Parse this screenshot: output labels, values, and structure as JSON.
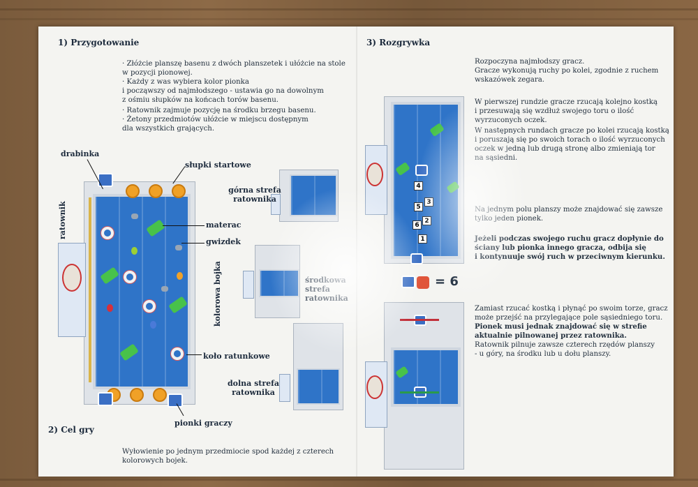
{
  "left_page": {
    "section1": {
      "title": "1) Przygotowanie",
      "lines": [
        "· Złóżcie planszę basenu z dwóch planszetek i ułóżcie na stole",
        "  w pozycji pionowej.",
        "· Każdy z was wybiera kolor pionka",
        "  i począwszy od najmłodszego - ustawia go na dowolnym",
        "  z ośmiu słupków na końcach torów basenu.",
        "· Ratownik zajmuje pozycję na środku brzegu basenu.",
        "· Żetony przedmiotów ułóżcie w miejscu dostępnym",
        "  dla wszystkich grających."
      ]
    },
    "labels": {
      "drabinka": "drabinka",
      "slupki": "słupki startowe",
      "ratownik": "ratownik",
      "materac": "materac",
      "gwizdek": "gwizdek",
      "kolorowa_bojka": "kolorowa bojka",
      "kolo": "koło ratunkowe",
      "pionki": "pionki graczy",
      "gorna1": "górna strefa",
      "gorna2": "ratownika",
      "srodkowa1": "środkowa",
      "srodkowa2": "strefa",
      "srodkowa3": "ratownika",
      "dolna1": "dolna strefa",
      "dolna2": "ratownika"
    },
    "section2": {
      "title": "2) Cel gry",
      "lines": [
        "Wyłowienie po jednym przedmiocie spod każdej z czterech",
        "kolorowych bojek."
      ]
    }
  },
  "right_page": {
    "section3": {
      "title": "3) Rozgrywka",
      "intro": [
        "Rozpoczyna najmłodszy gracz.",
        "Gracze wykonują ruchy po kolei, zgodnie z ruchem",
        "wskazówek zegara."
      ],
      "p2": [
        "W pierwszej rundzie gracze rzucają kolejno kostką",
        "i przesuwają się wzdłuż swojego toru o ilość",
        "wyrzuconych oczek.",
        "W następnych rundach gracze po kolei rzucają kostką",
        "i poruszają się po swoich torach o ilość wyrzuconych",
        "oczek w jedną lub drugą stronę albo zmieniają tor",
        "na sąsiedni."
      ],
      "p3": [
        "Na jednym polu planszy może znajdować się zawsze",
        "tylko jeden pionek."
      ],
      "p4": [
        "Jeżeli podczas swojego ruchu gracz dopłynie do",
        "ściany lub pionka innego gracza, odbija się",
        "i kontynuuje swój ruch w przeciwnym kierunku."
      ],
      "equals": "= 6",
      "numbers": [
        "4",
        "3",
        "5",
        "2",
        "6",
        "1"
      ],
      "p5": [
        "Zamiast rzucać kostką i płynąć po swoim torze, gracz",
        "może przejść na przylegające pole sąsiedniego toru."
      ],
      "p5_bold": [
        "Pionek musi jednak znajdować się w strefie",
        "aktualnie pilnowanej przez ratownika."
      ],
      "p6": [
        "Ratownik pilnuje zawsze czterech rzędów planszy",
        "- u góry, na środku lub u dołu planszy."
      ]
    }
  },
  "colors": {
    "water": "#2f74c8",
    "mat": "#48c24a",
    "buoy_orange": "#f0a127",
    "ring": "#d55555"
  }
}
